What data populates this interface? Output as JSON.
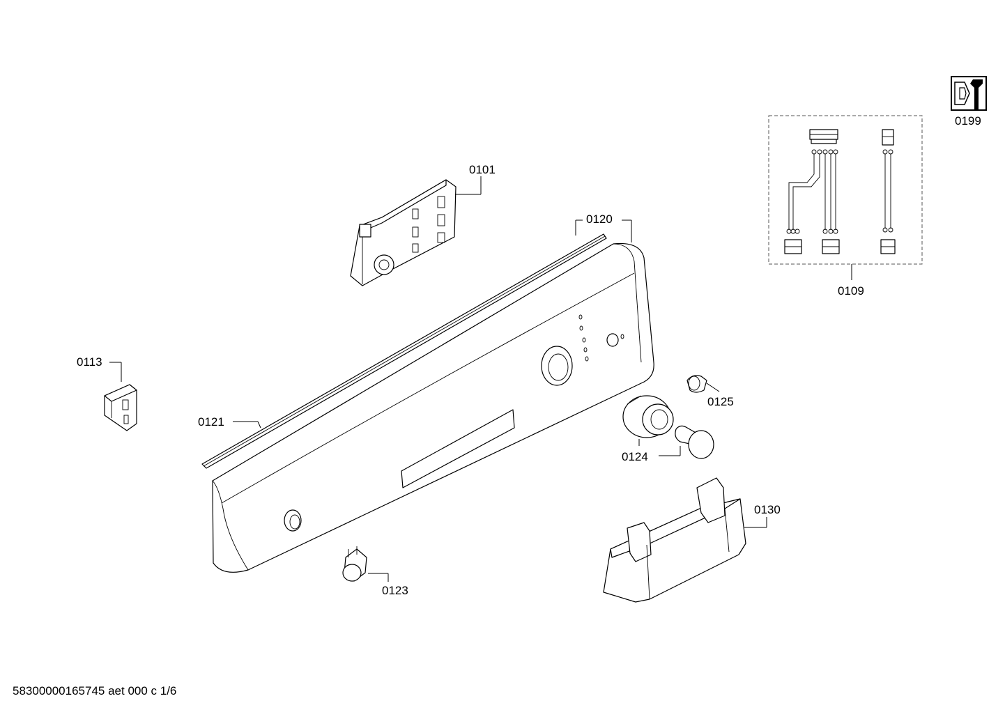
{
  "diagram": {
    "callouts": {
      "p0101": "0101",
      "p0109": "0109",
      "p0113": "0113",
      "p0120": "0120",
      "p0121": "0121",
      "p0123": "0123",
      "p0124": "0124",
      "p0125": "0125",
      "p0130": "0130",
      "p0199": "0199"
    },
    "footer_text": "58300000165745 aet 000 c 1/6",
    "icons": {
      "service_kit": "nut-wrench-icon"
    }
  }
}
